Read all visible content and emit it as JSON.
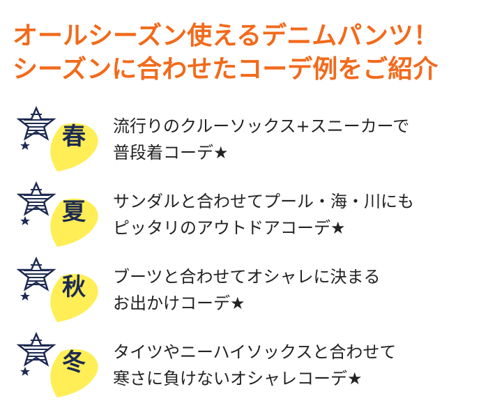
{
  "heading": {
    "line1": "オールシーズン使えるデニムパンツ！",
    "line2": "シーズンに合わせたコーデ例をご紹介"
  },
  "colors": {
    "title": "#f26a1b",
    "badge_fill": "#ffee55",
    "star_navy": "#1d2a52",
    "text": "#222222"
  },
  "seasons": [
    {
      "kanji": "春",
      "line1": "流行りのクルーソックス+スニーカーで",
      "line2": "普段着コーデ★"
    },
    {
      "kanji": "夏",
      "line1": "サンダルと合わせてプール・海・川にも",
      "line2": "ピッタリのアウトドアコーデ★"
    },
    {
      "kanji": "秋",
      "line1": "ブーツと合わせてオシャレに決まる",
      "line2": "お出かけコーデ★"
    },
    {
      "kanji": "冬",
      "line1": "タイツやニーハイソックスと合わせて",
      "line2": "寒さに負けないオシャレコーデ★"
    }
  ]
}
